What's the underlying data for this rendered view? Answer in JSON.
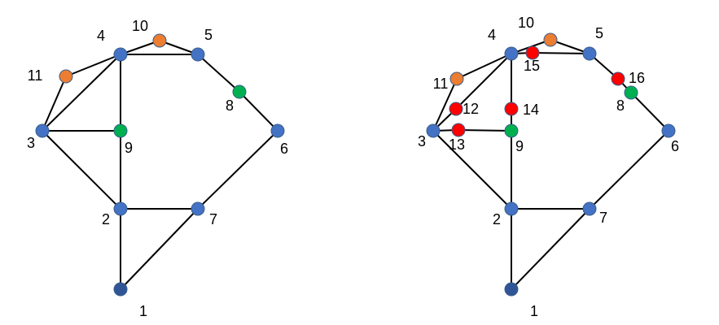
{
  "colors": {
    "blue": "#4472c4",
    "dark_blue": "#2f5597",
    "orange": "#ed7d31",
    "green": "#00b050",
    "red": "#ff0000"
  },
  "graphs": [
    {
      "name": "left-graph",
      "nodes": [
        {
          "id": "1",
          "label": "1",
          "color": "dark_blue"
        },
        {
          "id": "2",
          "label": "2",
          "color": "blue"
        },
        {
          "id": "3",
          "label": "3",
          "color": "blue"
        },
        {
          "id": "4",
          "label": "4",
          "color": "blue"
        },
        {
          "id": "5",
          "label": "5",
          "color": "blue"
        },
        {
          "id": "6",
          "label": "6",
          "color": "blue"
        },
        {
          "id": "7",
          "label": "7",
          "color": "blue"
        },
        {
          "id": "8",
          "label": "8",
          "color": "green"
        },
        {
          "id": "9",
          "label": "9",
          "color": "green"
        },
        {
          "id": "10",
          "label": "10",
          "color": "orange"
        },
        {
          "id": "11",
          "label": "11",
          "color": "orange"
        }
      ],
      "edges": [
        [
          "1",
          "2"
        ],
        [
          "1",
          "7"
        ],
        [
          "2",
          "7"
        ],
        [
          "2",
          "3"
        ],
        [
          "2",
          "9"
        ],
        [
          "3",
          "9"
        ],
        [
          "3",
          "4"
        ],
        [
          "3",
          "11"
        ],
        [
          "11",
          "4"
        ],
        [
          "4",
          "9"
        ],
        [
          "4",
          "10"
        ],
        [
          "10",
          "5"
        ],
        [
          "4",
          "5"
        ],
        [
          "5",
          "8"
        ],
        [
          "8",
          "6"
        ],
        [
          "6",
          "7"
        ]
      ]
    },
    {
      "name": "right-graph",
      "nodes": [
        {
          "id": "1",
          "label": "1",
          "color": "dark_blue"
        },
        {
          "id": "2",
          "label": "2",
          "color": "blue"
        },
        {
          "id": "3",
          "label": "3",
          "color": "blue"
        },
        {
          "id": "4",
          "label": "4",
          "color": "blue"
        },
        {
          "id": "5",
          "label": "5",
          "color": "blue"
        },
        {
          "id": "6",
          "label": "6",
          "color": "blue"
        },
        {
          "id": "7",
          "label": "7",
          "color": "blue"
        },
        {
          "id": "8",
          "label": "8",
          "color": "green"
        },
        {
          "id": "9",
          "label": "9",
          "color": "green"
        },
        {
          "id": "10",
          "label": "10",
          "color": "orange"
        },
        {
          "id": "11",
          "label": "11",
          "color": "orange"
        },
        {
          "id": "12",
          "label": "12",
          "color": "red"
        },
        {
          "id": "13",
          "label": "13",
          "color": "red"
        },
        {
          "id": "14",
          "label": "14",
          "color": "red"
        },
        {
          "id": "15",
          "label": "15",
          "color": "red"
        },
        {
          "id": "16",
          "label": "16",
          "color": "red"
        }
      ],
      "edges": [
        [
          "1",
          "2"
        ],
        [
          "1",
          "7"
        ],
        [
          "2",
          "7"
        ],
        [
          "2",
          "3"
        ],
        [
          "2",
          "9"
        ],
        [
          "3",
          "13"
        ],
        [
          "13",
          "9"
        ],
        [
          "3",
          "12"
        ],
        [
          "12",
          "4"
        ],
        [
          "3",
          "11"
        ],
        [
          "11",
          "4"
        ],
        [
          "4",
          "14"
        ],
        [
          "14",
          "9"
        ],
        [
          "4",
          "15"
        ],
        [
          "15",
          "5"
        ],
        [
          "4",
          "10"
        ],
        [
          "10",
          "5"
        ],
        [
          "5",
          "16"
        ],
        [
          "16",
          "8"
        ],
        [
          "8",
          "6"
        ],
        [
          "6",
          "7"
        ]
      ]
    }
  ]
}
